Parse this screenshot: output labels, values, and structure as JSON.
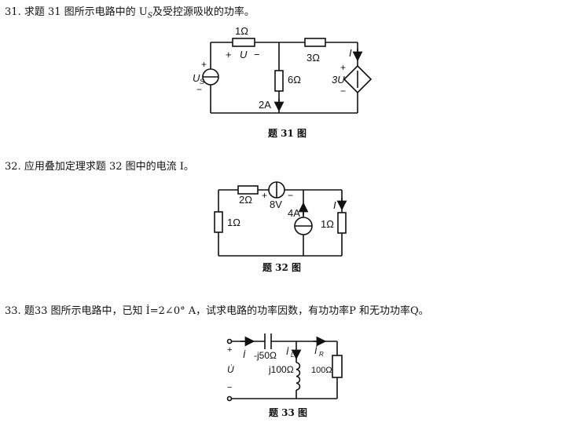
{
  "questions": [
    {
      "num": "31.",
      "text": "求题 31 图所示电路中的 U",
      "sub": "S",
      "text_after": "及受控源吸收的功率。"
    },
    {
      "num": "32.",
      "text": "应用叠加定理求题 32 图中的电流 I。"
    },
    {
      "num": "33.",
      "text": "题33 图所示电路中，已知 İ=2∠0° A，试求电路的功率因数，有功功率P 和无功功率Q。"
    }
  ],
  "fig31": {
    "r1": "1Ω",
    "u_plus": "+",
    "u_label": "U",
    "u_minus": "−",
    "r3": "3Ω",
    "r6": "6Ω",
    "src_current": "2A",
    "us_plus": "+",
    "us_label": "U",
    "us_sub": "S",
    "us_minus": "−",
    "dep_current": "I",
    "dep_plus": "+",
    "dep_label": "3U",
    "dep_minus": "−",
    "caption": "题 31 图"
  },
  "fig32": {
    "r2": "2Ω",
    "v_plus": "+",
    "v_minus": "−",
    "v8": "8V",
    "r1": "1Ω",
    "i4": "4A",
    "r1b": "1Ω",
    "i_label": "I",
    "caption": "题 32 图"
  },
  "fig33": {
    "plus": "+",
    "minus": "−",
    "u": "U̇",
    "i": "İ",
    "cap_label": "-j50Ω",
    "il": "İ",
    "il_sub": "L",
    "ir": "İ",
    "ir_sub": "R",
    "ind_label": "j100Ω",
    "res_label": "100Ω",
    "caption": "题 33 图"
  }
}
